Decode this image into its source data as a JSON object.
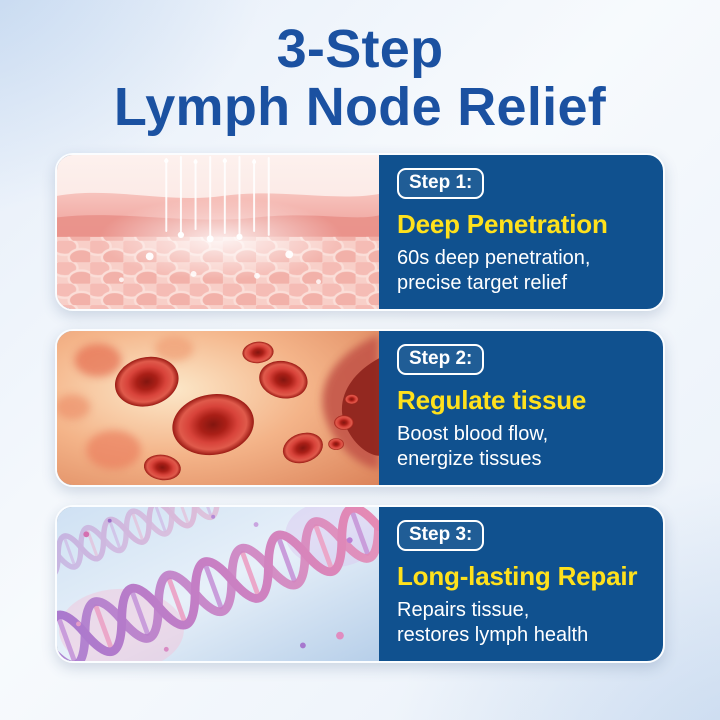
{
  "title": {
    "line1": "3-Step",
    "line2": "Lymph Node Relief"
  },
  "colors": {
    "title_blue": "#1b51a1",
    "panel_blue": "#10518f",
    "heading_yellow": "#ffe11c",
    "body_white": "#ffffff"
  },
  "steps": [
    {
      "badge": "Step 1:",
      "heading": "Deep Penetration",
      "body_lines": [
        "60s deep penetration,",
        "precise target relief"
      ],
      "image_alt": "skin-layers-penetration-illustration"
    },
    {
      "badge": "Step 2:",
      "heading": "Regulate tissue",
      "body_lines": [
        "Boost blood flow,",
        "energize tissues"
      ],
      "image_alt": "red-blood-cells-illustration"
    },
    {
      "badge": "Step 3:",
      "heading": "Long-lasting Repair",
      "body_lines": [
        "Repairs tissue,",
        "restores lymph health"
      ],
      "image_alt": "dna-helix-illustration"
    }
  ]
}
